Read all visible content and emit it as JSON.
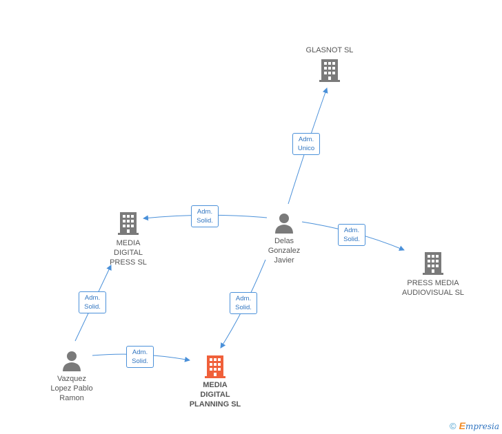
{
  "colors": {
    "edge": "#4a90d9",
    "company": "#7a7a7a",
    "company_main": "#f0603a",
    "person": "#7a7a7a"
  },
  "nodes": {
    "glasnot": {
      "label": "GLASNOT SL",
      "type": "company"
    },
    "media_digital_press": {
      "label": "MEDIA\nDIGITAL\nPRESS SL",
      "type": "company"
    },
    "delas": {
      "label": "Delas\nGonzalez\nJavier",
      "type": "person"
    },
    "press_media": {
      "label": "PRESS MEDIA\nAUDIOVISUAL SL",
      "type": "company"
    },
    "vazquez": {
      "label": "Vazquez\nLopez Pablo\nRamon",
      "type": "person"
    },
    "media_digital_planning": {
      "label": "MEDIA\nDIGITAL\nPLANNING SL",
      "type": "company-main"
    }
  },
  "edges": [
    {
      "from": "delas",
      "to": "glasnot",
      "label": "Adm.\nUnico"
    },
    {
      "from": "delas",
      "to": "media_digital_press",
      "label": "Adm.\nSolid."
    },
    {
      "from": "delas",
      "to": "press_media",
      "label": "Adm.\nSolid."
    },
    {
      "from": "delas",
      "to": "media_digital_planning",
      "label": "Adm.\nSolid."
    },
    {
      "from": "vazquez",
      "to": "media_digital_press",
      "label": "Adm.\nSolid."
    },
    {
      "from": "vazquez",
      "to": "media_digital_planning",
      "label": "Adm.\nSolid."
    }
  ],
  "brand": {
    "copyright": "©",
    "e": "E",
    "rest": "mpresia"
  }
}
